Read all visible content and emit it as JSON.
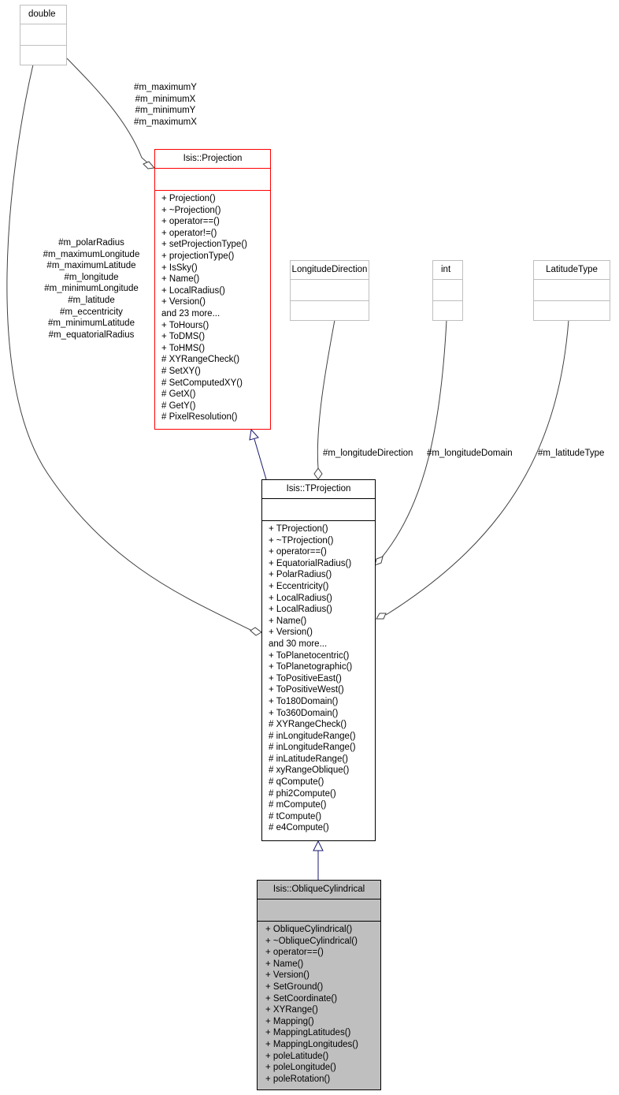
{
  "classes": {
    "double": {
      "title": "double"
    },
    "projection": {
      "title": "Isis::Projection",
      "members": [
        "+ Projection()",
        "+ ~Projection()",
        "+ operator==()",
        "+ operator!=()",
        "+ setProjectionType()",
        "+ projectionType()",
        "+ IsSky()",
        "+ Name()",
        "+ LocalRadius()",
        "+ Version()",
        "and 23 more...",
        "+ ToHours()",
        "+ ToDMS()",
        "+ ToHMS()",
        "# XYRangeCheck()",
        "# SetXY()",
        "# SetComputedXY()",
        "# GetX()",
        "# GetY()",
        "# PixelResolution()"
      ]
    },
    "longitude_direction": {
      "title": "LongitudeDirection"
    },
    "int": {
      "title": "int"
    },
    "latitude_type": {
      "title": "LatitudeType"
    },
    "tprojection": {
      "title": "Isis::TProjection",
      "members": [
        "+ TProjection()",
        "+ ~TProjection()",
        "+ operator==()",
        "+ EquatorialRadius()",
        "+ PolarRadius()",
        "+ Eccentricity()",
        "+ LocalRadius()",
        "+ LocalRadius()",
        "+ Name()",
        "+ Version()",
        "and 30 more...",
        "+ ToPlanetocentric()",
        "+ ToPlanetographic()",
        "+ ToPositiveEast()",
        "+ ToPositiveWest()",
        "+ To180Domain()",
        "+ To360Domain()",
        "# XYRangeCheck()",
        "# inLongitudeRange()",
        "# inLongitudeRange()",
        "# inLatitudeRange()",
        "# xyRangeOblique()",
        "# qCompute()",
        "# phi2Compute()",
        "# mCompute()",
        "# tCompute()",
        "# e4Compute()"
      ]
    },
    "oblique_cylindrical": {
      "title": "Isis::ObliqueCylindrical",
      "members": [
        "+ ObliqueCylindrical()",
        "+ ~ObliqueCylindrical()",
        "+ operator==()",
        "+ Name()",
        "+ Version()",
        "+ SetGround()",
        "+ SetCoordinate()",
        "+ XYRange()",
        "+ Mapping()",
        "+ MappingLatitudes()",
        "+ MappingLongitudes()",
        "+ poleLatitude()",
        "+ poleLongitude()",
        "+ poleRotation()"
      ]
    }
  },
  "edge_labels": {
    "double_to_projection": [
      "#m_maximumY",
      "#m_minimumX",
      "#m_minimumY",
      "#m_maximumX"
    ],
    "double_to_tprojection": [
      "#m_polarRadius",
      "#m_maximumLongitude",
      "#m_maximumLatitude",
      "#m_longitude",
      "#m_minimumLongitude",
      "#m_latitude",
      "#m_eccentricity",
      "#m_minimumLatitude",
      "#m_equatorialRadius"
    ],
    "longitude_direction": "#m_longitudeDirection",
    "int": "#m_longitudeDomain",
    "latitude_type": "#m_latitudeType"
  },
  "colors": {
    "inheritance": "#191970",
    "usage": "#404040",
    "selected_fill": "#bfbfbf",
    "external": "#bfbfbf",
    "incomplete": "#ff0000"
  }
}
